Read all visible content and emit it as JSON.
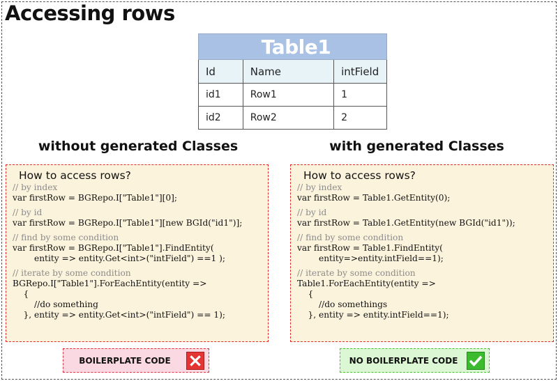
{
  "title": "Accessing rows",
  "table": {
    "name": "Table1",
    "columns": [
      "Id",
      "Name",
      "intField"
    ],
    "rows": [
      [
        "id1",
        "Row1",
        "1"
      ],
      [
        "id2",
        "Row2",
        "2"
      ]
    ]
  },
  "left": {
    "heading": "without generated Classes",
    "panel_title": "How to access rows?",
    "c1": "// by index",
    "l1": "var firstRow = BGRepo.I[\"Table1\"][0];",
    "c2": "// by id",
    "l2": "var firstRow = BGRepo.I[\"Table1\"][new BGId(\"id1\")];",
    "c3": "// find by some condition",
    "l3a": "var firstRow = BGRepo.I[\"Table1\"].FindEntity(",
    "l3b": "        entity => entity.Get<int>(\"intField\") ==1 );",
    "c4": "// iterate by some condition",
    "l4a": "BGRepo.I[\"Table1\"].ForEachEntity(entity =>",
    "l4b": "    {",
    "l4c": "        //do something",
    "l4d": "    }, entity => entity.Get<int>(\"intField\") == 1);",
    "badge": "BOILERPLATE CODE"
  },
  "right": {
    "heading": "with generated Classes",
    "panel_title": "How to access rows?",
    "c1": "// by index",
    "l1": "var firstRow = Table1.GetEntity(0);",
    "c2": "// by id",
    "l2": "var firstRow = Table1.GetEntity(new BGId(\"id1\"));",
    "c3": "// find by some condition",
    "l3a": "var firstRow = Table1.FindEntity(",
    "l3b": "        entity=>entity.intField==1);",
    "c4": "// iterate by some condition",
    "l4a": "Table1.ForEachEntity(entity =>",
    "l4b": "    {",
    "l4c": "        //do somethings",
    "l4d": "    }, entity => entity.intField==1);",
    "badge": "NO BOILERPLATE CODE"
  },
  "colors": {
    "table_header": "#a9c1e5",
    "panel_bg": "#fcf3dc",
    "bad": "#e53434",
    "good": "#3dbb2f"
  },
  "icons": [
    "cross-icon",
    "check-icon"
  ]
}
